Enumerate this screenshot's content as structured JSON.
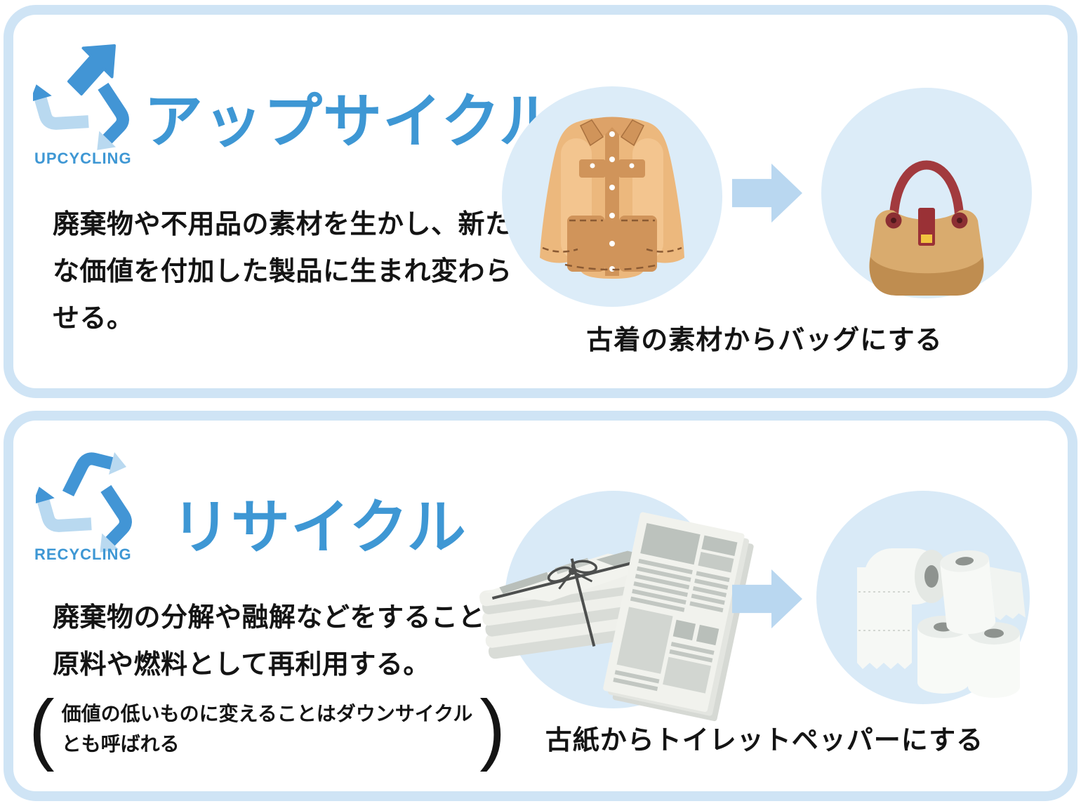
{
  "colors": {
    "card_border": "#cfe4f5",
    "accent_blue": "#3e97d4",
    "icon_dark_blue": "#4295d5",
    "icon_light_blue": "#b9d9f0",
    "circle_bg": "#dcecf8",
    "arrow_blue": "#b9d7f0",
    "text": "#141414"
  },
  "upcycle_card": {
    "label_en": "UPCYCLING",
    "title": "アップサイクル",
    "description_lines": [
      "廃棄物や不用品の素材を生かし、新た",
      "な価値を付加した製品に生まれ変わら",
      "せる。"
    ],
    "caption": "古着の素材からバッグにする",
    "illustrations": {
      "source": "old-coat",
      "result": "handbag"
    }
  },
  "recycle_card": {
    "label_en": "RECYCLING",
    "title": "リサイクル",
    "description_lines": [
      "廃棄物の分解や融解などをすることで、",
      "原料や燃料として再利用する。"
    ],
    "note_paren_open": "(",
    "note_lines": [
      "価値の低いものに変えることはダウンサイクル",
      "とも呼ばれる"
    ],
    "note_paren_close": ")",
    "caption": "古紙からトイレットペッパーにする",
    "illustrations": {
      "source": "newspapers",
      "result": "toilet-paper-rolls"
    }
  }
}
